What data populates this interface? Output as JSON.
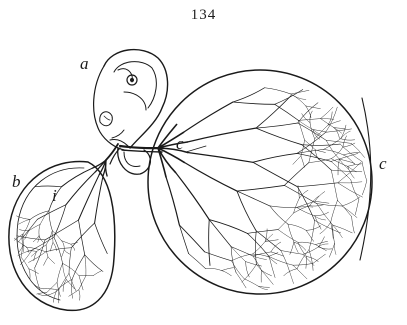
{
  "page_number": "134",
  "labels": {
    "a": "a",
    "b": "b",
    "c_inner": "c",
    "c_outer": "c",
    "i": "i"
  },
  "colors": {
    "ink": "#1a1a1a",
    "paper": "#ffffff"
  }
}
